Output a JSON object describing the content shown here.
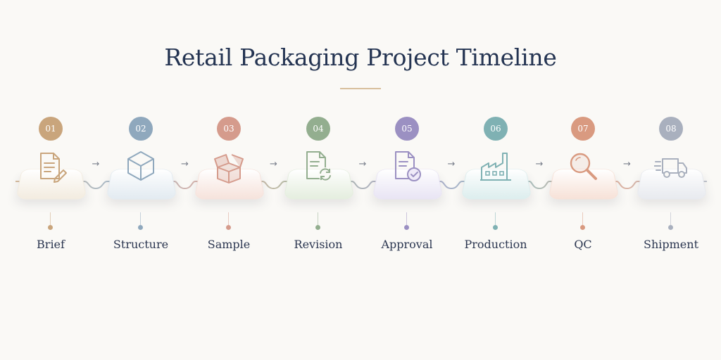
{
  "title": "Retail Packaging Project Timeline",
  "steps": [
    {
      "number": "01",
      "label": "Brief",
      "icon": "document-pencil-icon",
      "color": "#c9a57c",
      "tint": "#f3ece0"
    },
    {
      "number": "02",
      "label": "Structure",
      "icon": "cube-icon",
      "color": "#8fa8bd",
      "tint": "#e3ebf1"
    },
    {
      "number": "03",
      "label": "Sample",
      "icon": "open-box-icon",
      "color": "#d59b8c",
      "tint": "#f6e3dc"
    },
    {
      "number": "04",
      "label": "Revision",
      "icon": "document-refresh-icon",
      "color": "#93ae8f",
      "tint": "#e5eedf"
    },
    {
      "number": "05",
      "label": "Approval",
      "icon": "document-check-icon",
      "color": "#9b90c2",
      "tint": "#e9e5f4"
    },
    {
      "number": "06",
      "label": "Production",
      "icon": "factory-icon",
      "color": "#7fb1b3",
      "tint": "#ddeeee"
    },
    {
      "number": "07",
      "label": "QC",
      "icon": "magnifier-icon",
      "color": "#d99a80",
      "tint": "#f7e2d8"
    },
    {
      "number": "08",
      "label": "Shipment",
      "icon": "delivery-truck-icon",
      "color": "#a9b0be",
      "tint": "#e8eaef"
    }
  ],
  "arrow_glyph": "→"
}
